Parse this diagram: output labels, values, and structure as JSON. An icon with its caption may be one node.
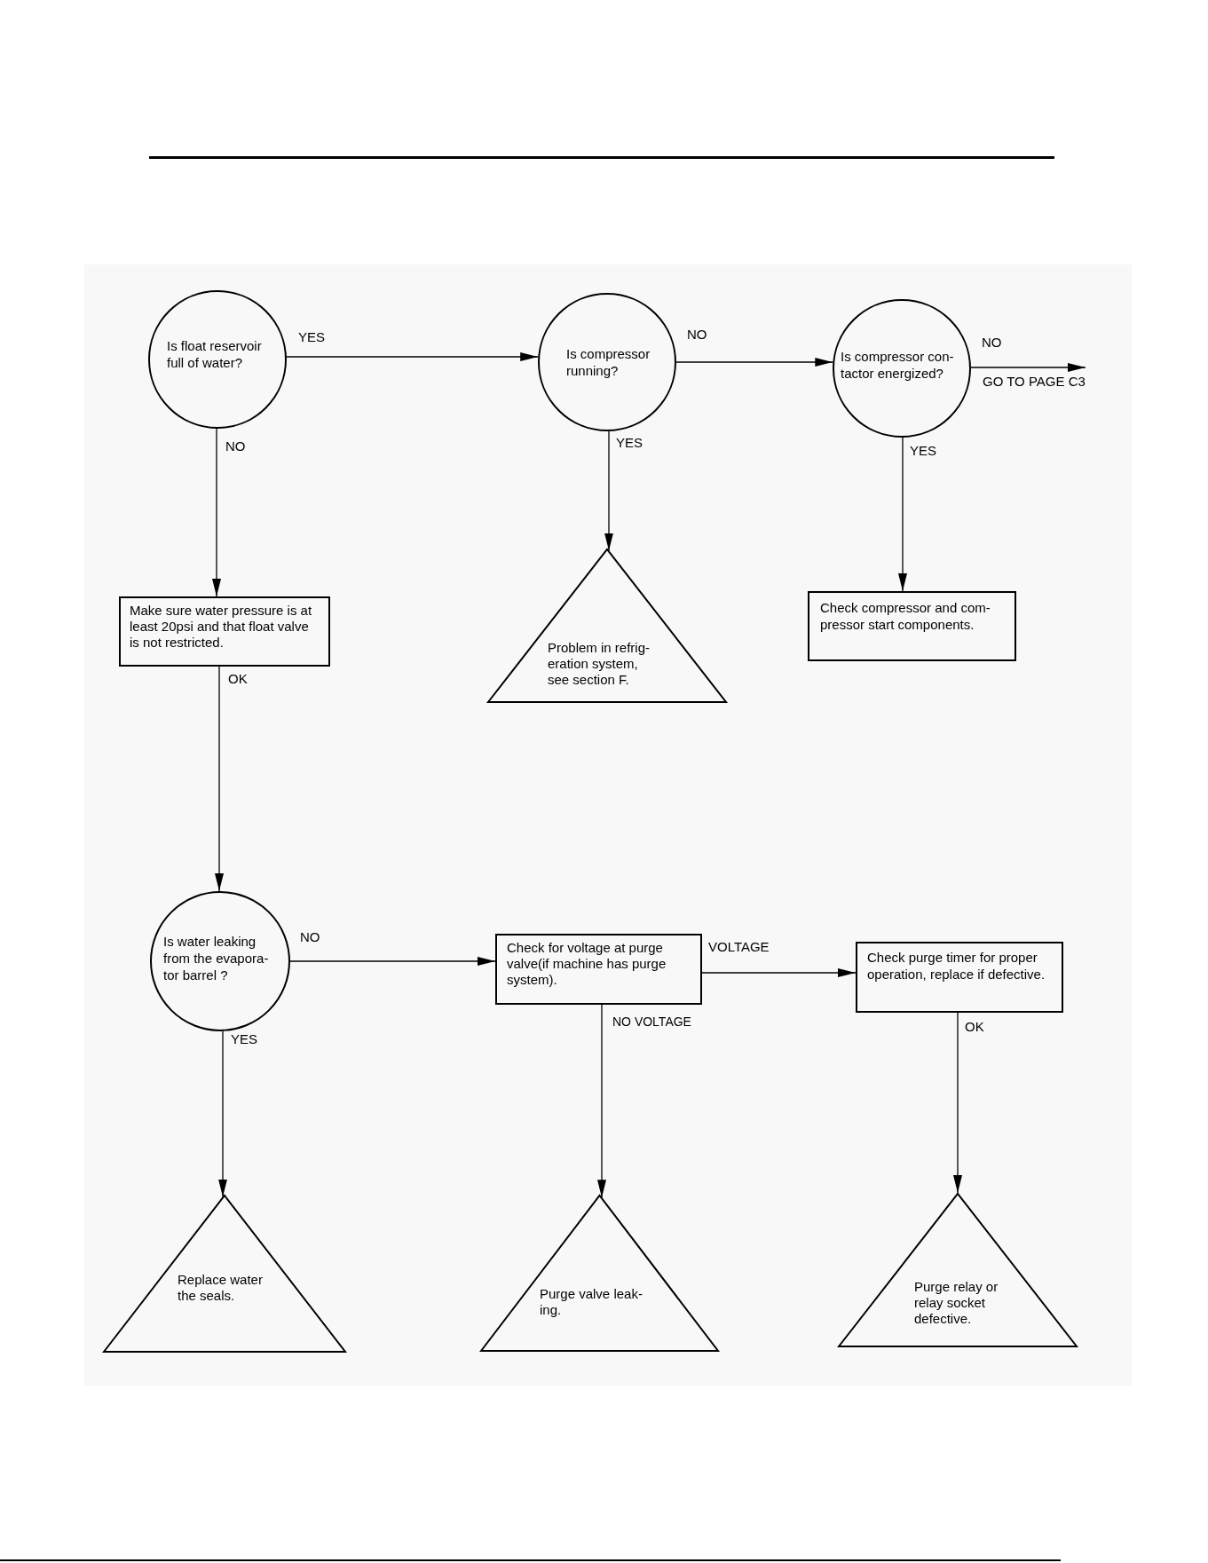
{
  "diagram": {
    "nodes": [
      {
        "text": [
          "Is float reservoir full of water?"
        ]
      },
      {
        "text": [
          "Is compressor running?"
        ]
      },
      {
        "text": [
          "Is compressor con- tactor energized?"
        ]
      },
      {
        "text": [
          "Make sure water pressure is at least 20psi and that float valve is not restricted."
        ]
      },
      {
        "text": [
          "Problem in refrig- eration system, see section F."
        ]
      },
      {
        "text": [
          "Check compressor and com- pressor start components."
        ]
      },
      {
        "text": [
          "Is water leaking from the evapora- tor barrel ?"
        ]
      },
      {
        "text": [
          "Check for voltage at purge valve(if machine has purge system)."
        ]
      },
      {
        "text": [
          "Check purge timer for proper operation, replace if defective."
        ]
      },
      {
        "text": [
          "Replace water the seals."
        ]
      },
      {
        "text": [
          "Purge valve leak- ing."
        ]
      },
      {
        "text": [
          "Purge relay or relay socket defective."
        ]
      },
      {
        "text": [
          "GO TO PAGE C3"
        ]
      }
    ],
    "edges": [
      {
        "from": 0,
        "to": 1,
        "arrow": "to",
        "label": "YES"
      },
      {
        "from": 0,
        "to": 3,
        "arrow": "to",
        "label": "NO"
      },
      {
        "from": 1,
        "to": 2,
        "arrow": "to",
        "label": "NO"
      },
      {
        "from": 1,
        "to": 4,
        "arrow": "to",
        "label": "YES"
      },
      {
        "from": 2,
        "to": 12,
        "arrow": "to",
        "label": "NO"
      },
      {
        "from": 2,
        "to": 5,
        "arrow": "to",
        "label": "YES"
      },
      {
        "from": 3,
        "to": 6,
        "arrow": "to",
        "label": "OK"
      },
      {
        "from": 6,
        "to": 7,
        "arrow": "to",
        "label": "NO"
      },
      {
        "from": 6,
        "to": 9,
        "arrow": "to",
        "label": "YES"
      },
      {
        "from": 7,
        "to": 8,
        "arrow": "to",
        "label": "VOLTAGE"
      },
      {
        "from": 7,
        "to": 10,
        "arrow": "to",
        "label": "NO VOLTAGE"
      },
      {
        "from": 8,
        "to": 11,
        "arrow": "to",
        "label": "OK"
      }
    ]
  }
}
